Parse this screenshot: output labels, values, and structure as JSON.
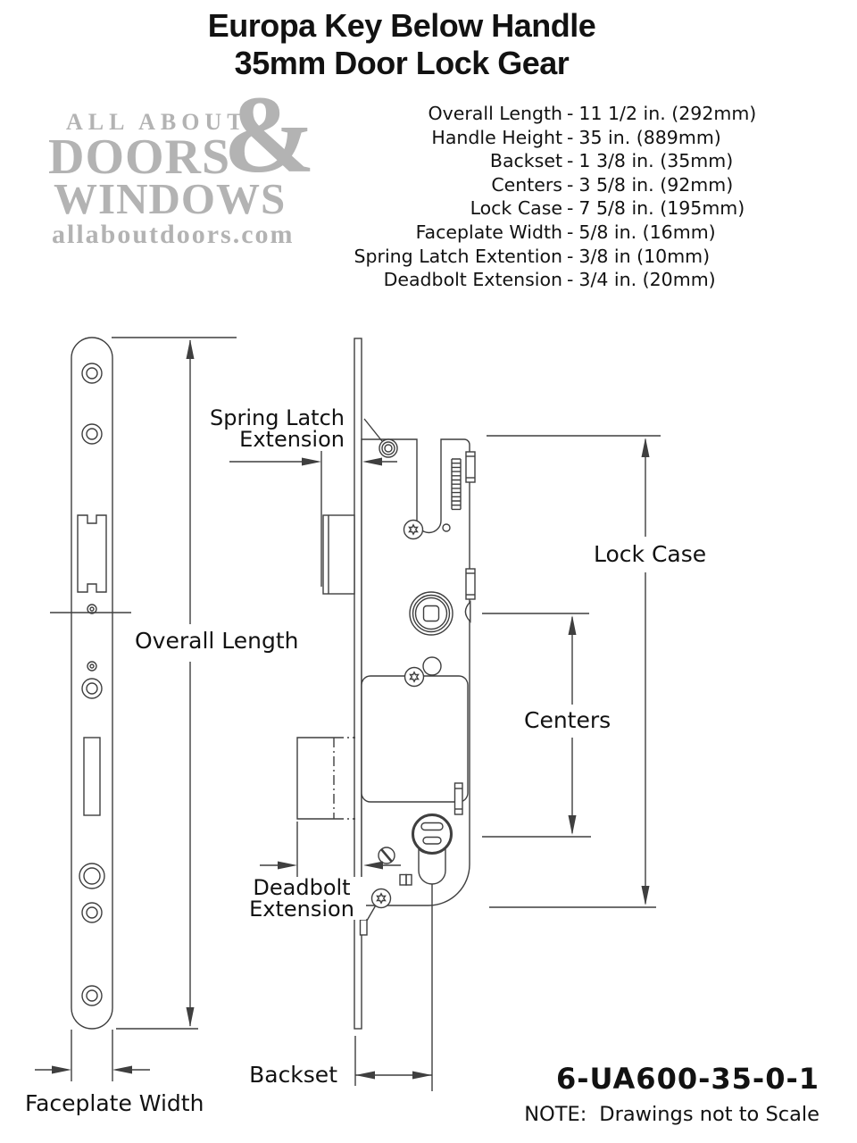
{
  "title": {
    "line1": "Europa Key Below Handle",
    "line2": "35mm Door Lock Gear"
  },
  "logo": {
    "top": "ALL ABOUT",
    "doors": "DOORS",
    "ampersand": "&",
    "windows": "WINDOWS",
    "website": "allaboutdoors.com"
  },
  "specs": {
    "dash": "-",
    "rows": [
      {
        "label": "Overall Length",
        "value": "11 1/2 in. (292mm)"
      },
      {
        "label": "Handle Height",
        "value": "35 in. (889mm)"
      },
      {
        "label": "Backset",
        "value": "1 3/8 in. (35mm)"
      },
      {
        "label": "Centers",
        "value": "3 5/8 in. (92mm)"
      },
      {
        "label": "Lock Case",
        "value": "7 5/8 in. (195mm)"
      },
      {
        "label": "Faceplate Width",
        "value": "5/8 in. (16mm)"
      },
      {
        "label": "Spring Latch Extention",
        "value": "3/8 in (10mm)"
      },
      {
        "label": "Deadbolt Extension",
        "value": "3/4 in. (20mm)"
      }
    ]
  },
  "drawing_labels": {
    "spring_latch": [
      "Spring Latch",
      "Extension"
    ],
    "overall_length": "Overall Length",
    "lock_case": "Lock Case",
    "centers": "Centers",
    "deadbolt": [
      "Deadbolt",
      "Extension"
    ],
    "faceplate_width": "Faceplate Width",
    "backset": "Backset"
  },
  "footer": {
    "part_number": "6-UA600-35-0-1",
    "note_label": "NOTE:",
    "note_text": "Drawings not to Scale"
  },
  "colors": {
    "line": "#3f3f3f",
    "text": "#121212",
    "logo_gray": "#b3b3b3",
    "background": "#ffffff"
  }
}
